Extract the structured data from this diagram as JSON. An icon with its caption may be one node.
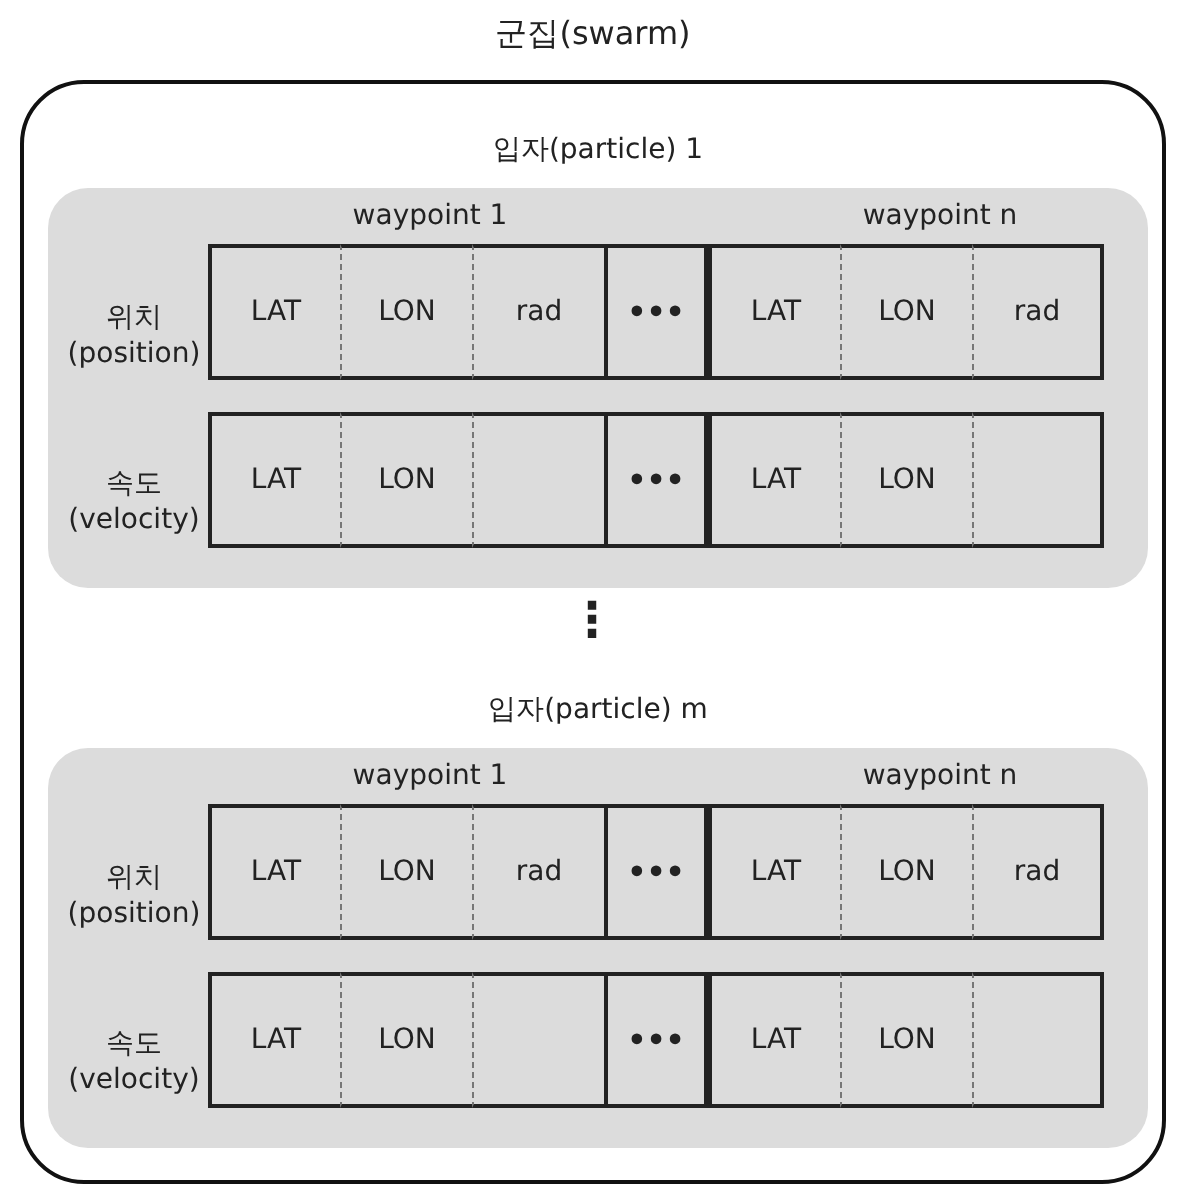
{
  "diagram": {
    "nodes": [
      {
        "text": [
          "군집(swarm)"
        ]
      },
      {
        "text": [
          "입자(particle) 1"
        ],
        "in": 0
      },
      {
        "text": [
          "LAT"
        ],
        "in": 1
      },
      {
        "text": [
          "LON"
        ],
        "in": 1
      },
      {
        "text": [
          "rad"
        ],
        "in": 1
      },
      {
        "text": [
          "•••"
        ],
        "in": 1
      },
      {
        "text": [
          "LAT"
        ],
        "in": 1
      },
      {
        "text": [
          "LON"
        ],
        "in": 1
      },
      {
        "text": [
          "rad"
        ],
        "in": 1
      },
      {
        "text": [
          "LAT"
        ],
        "in": 1
      },
      {
        "text": [
          "LON"
        ],
        "in": 1
      },
      {
        "text": [],
        "shape": "box",
        "in": 1
      },
      {
        "text": [
          "•••"
        ],
        "in": 1
      },
      {
        "text": [
          "LAT"
        ],
        "in": 1
      },
      {
        "text": [
          "LON"
        ],
        "in": 1
      },
      {
        "text": [],
        "shape": "box",
        "in": 1
      },
      {
        "text": [
          "입자(particle) m"
        ],
        "in": 0
      },
      {
        "text": [
          "LAT"
        ],
        "in": 16
      },
      {
        "text": [
          "LON"
        ],
        "in": 16
      },
      {
        "text": [
          "rad"
        ],
        "in": 16
      },
      {
        "text": [
          "•••"
        ],
        "in": 16
      },
      {
        "text": [
          "LAT"
        ],
        "in": 16
      },
      {
        "text": [
          "LON"
        ],
        "in": 16
      },
      {
        "text": [
          "rad"
        ],
        "in": 16
      },
      {
        "text": [
          "LAT"
        ],
        "in": 16
      },
      {
        "text": [
          "LON"
        ],
        "in": 16
      },
      {
        "text": [],
        "shape": "box",
        "in": 16
      },
      {
        "text": [
          "•••"
        ],
        "in": 16
      },
      {
        "text": [
          "LAT"
        ],
        "in": 16
      },
      {
        "text": [
          "LON"
        ],
        "in": 16
      },
      {
        "text": [],
        "shape": "box",
        "in": 16
      }
    ],
    "labels": [
      "waypoint 1",
      "waypoint n",
      "위치 (position)",
      "속도 (velocity)",
      "⋮",
      "waypoint 1",
      "waypoint n",
      "위치 (position)",
      "속도 (velocity)"
    ]
  }
}
